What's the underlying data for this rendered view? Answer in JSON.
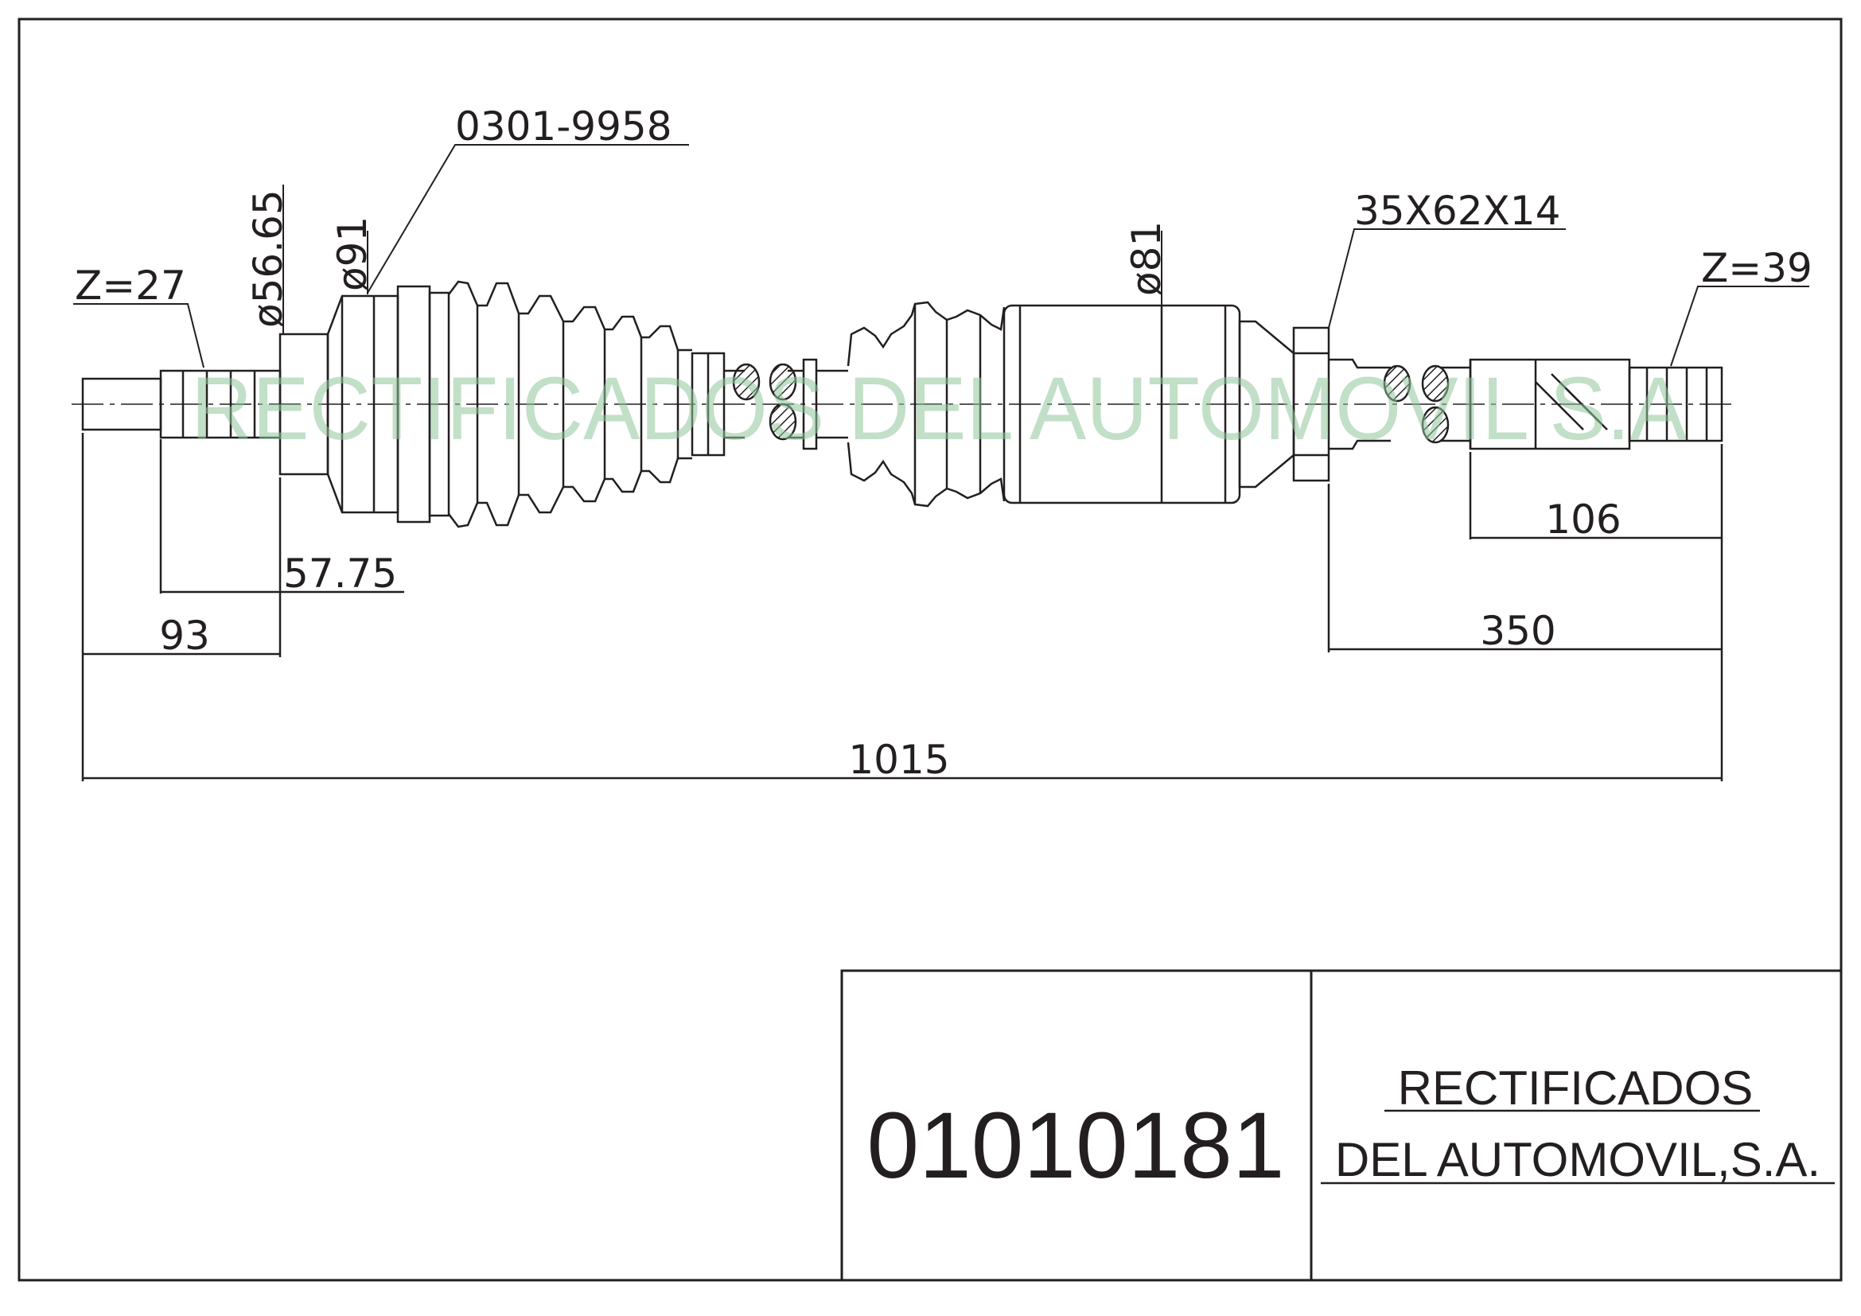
{
  "labels": {
    "spline_left": "Z=27",
    "diameter_1": "ø56.65",
    "diameter_2": "ø91",
    "boot_ref": "0301-9958",
    "diameter_3": "ø81",
    "bearing": "35X62X14",
    "spline_right": "Z=39"
  },
  "dimensions": {
    "d_57_75": "57.75",
    "d_93": "93",
    "d_106": "106",
    "d_350": "350",
    "d_1015": "1015"
  },
  "watermark": "RECTIFICADOS DEL AUTOMOVIL S.A",
  "title_block": {
    "part_number": "01010181",
    "company_line1": "RECTIFICADOS",
    "company_line2": "DEL AUTOMOVIL,S.A."
  },
  "colors": {
    "line": "#231f20",
    "watermark": "#8fc49a"
  }
}
